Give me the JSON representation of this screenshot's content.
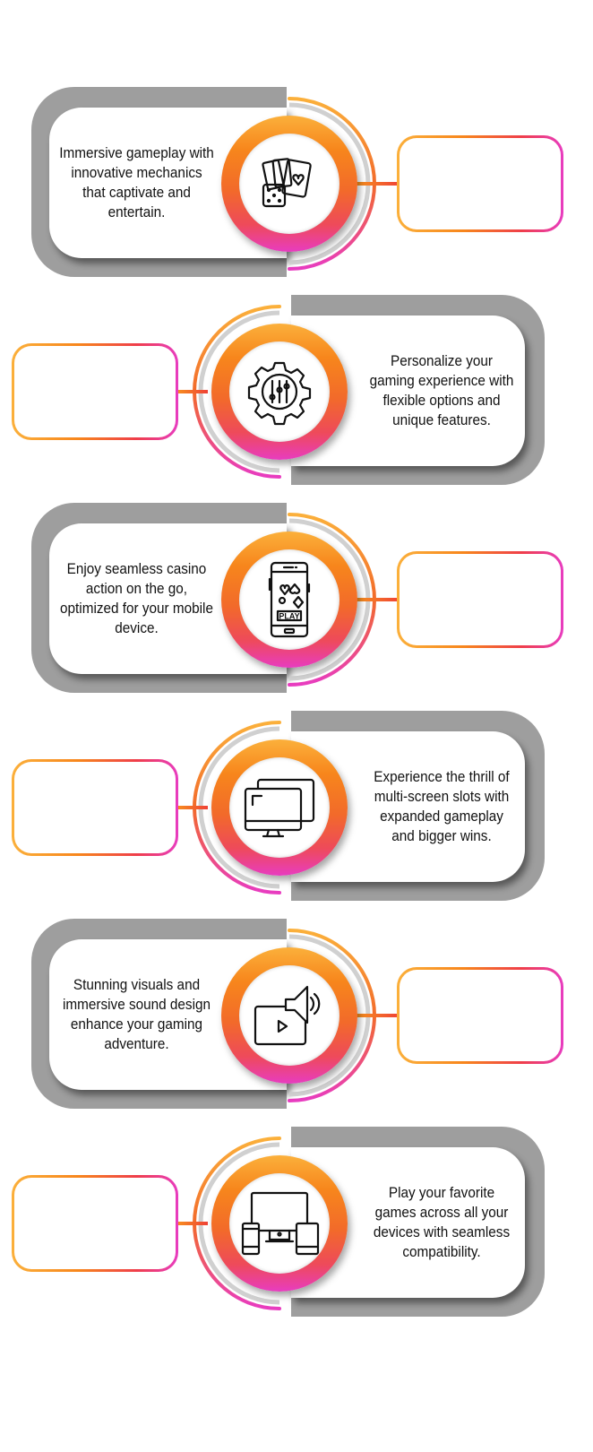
{
  "features": [
    {
      "text": "Immersive gameplay with innovative mechanics that captivate and entertain.",
      "icon": "cards-dice-icon",
      "side": "left"
    },
    {
      "text": "Personalize your gaming experience with flexible options and unique features.",
      "icon": "gear-sliders-icon",
      "side": "right"
    },
    {
      "text": "Enjoy seamless casino action on the go, optimized for your mobile device.",
      "icon": "mobile-play-icon",
      "side": "left"
    },
    {
      "text": "Experience the thrill of multi-screen slots with expanded gameplay and bigger wins.",
      "icon": "multi-screen-icon",
      "side": "right"
    },
    {
      "text": "Stunning visuals and immersive sound design enhance your gaming adventure.",
      "icon": "video-sound-icon",
      "side": "left"
    },
    {
      "text": "Play your favorite games across all your devices with seamless compatibility.",
      "icon": "devices-icon",
      "side": "right"
    }
  ],
  "colors": {
    "gray": "#9e9e9e",
    "orange": "#f7861c",
    "pink": "#e83cc0"
  }
}
